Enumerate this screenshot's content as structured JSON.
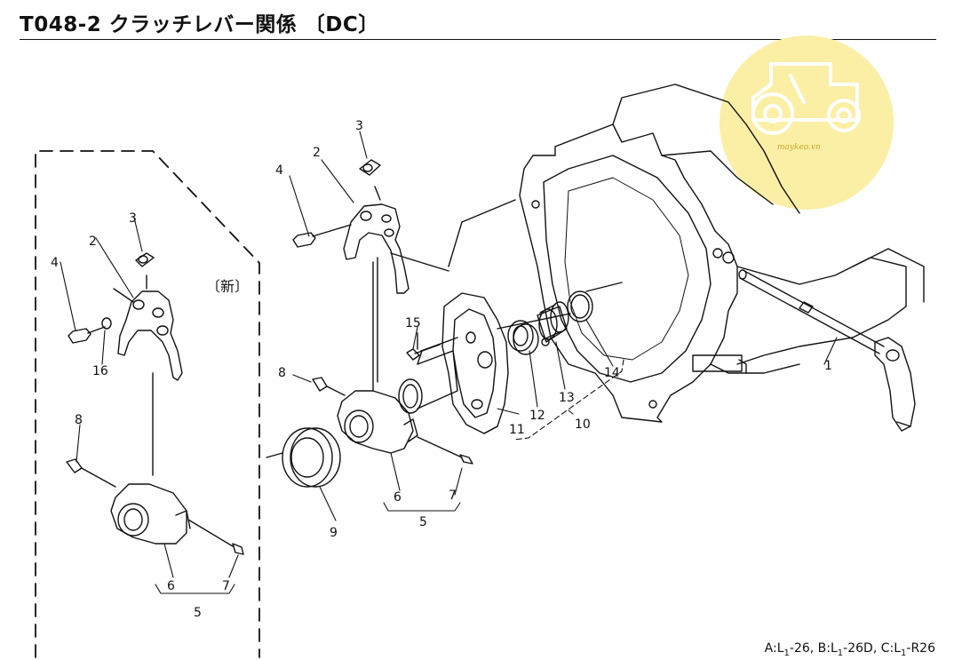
{
  "header": {
    "title": "T048-2 クラッチレバー関係 〔DC〕"
  },
  "new_variant_label": "〔新〕",
  "watermark": {
    "text": "maykeo.vn",
    "color": "#fbefa6"
  },
  "callouts_main": [
    "1",
    "2",
    "3",
    "4",
    "5",
    "6",
    "7",
    "8",
    "9",
    "10",
    "11",
    "12",
    "13",
    "14",
    "15"
  ],
  "callouts_new": [
    "2",
    "3",
    "4",
    "16",
    "8",
    "6",
    "7",
    "5"
  ],
  "footer": {
    "a_prefix": "A:L",
    "a_sub": "1",
    "a_suffix": "-26,",
    "b_prefix": "B:L",
    "b_sub": "1",
    "b_suffix": "-26D,",
    "c_prefix": "C:L",
    "c_sub": "1",
    "c_suffix": "-R26"
  }
}
